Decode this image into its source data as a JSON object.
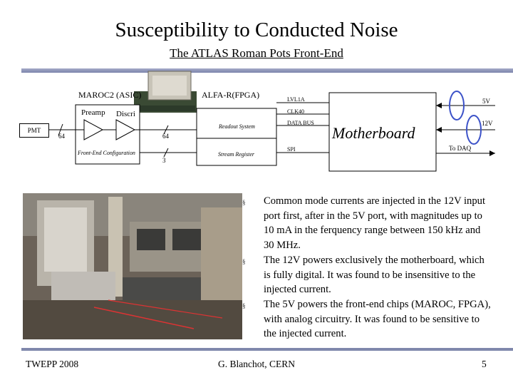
{
  "header": {
    "title": "Susceptibility to Conducted Noise",
    "subtitle": "The ATLAS Roman Pots Front-End"
  },
  "diagram": {
    "maroc_label": "MAROC2 (ASIC)",
    "alfa_label": "ALFA-R(FPGA)",
    "preamp_label": "Preamp",
    "discri_label": "Discri",
    "pmt_label": "PMT",
    "bus64_left": "64",
    "bus64_right": "64",
    "bus3": "3",
    "fe_config": "Front-End Configuration",
    "readout_system": "Readout System",
    "stream_register": "Stream Register",
    "lvl1a": "LVL1A",
    "clk40": "CLK40",
    "data_bus": "DATA BUS",
    "spi": "SPI",
    "motherboard": "Motherboard",
    "v5": "5V",
    "v12": "12V",
    "to_daq": "To DAQ"
  },
  "bullets": [
    "Common mode currents are injected in the 12V input port first, after in the 5V port, with magnitudes up to 10 mA in the ferquency range between 150 kHz and 30 MHz.",
    "The 12V powers exclusively the motherboard, which is fully digital. It was found to be insensitive to the injected current.",
    "The 5V powers the front-end chips (MAROC, FPGA), with analog circuitry. It was found to be sensitive to the injected current."
  ],
  "bullet_marker": "§",
  "footer": {
    "left": "TWEPP 2008",
    "center": "G. Blanchot, CERN",
    "right": "5"
  },
  "colors": {
    "rule": "#8088ac",
    "ferrite": "#3c52c8"
  }
}
